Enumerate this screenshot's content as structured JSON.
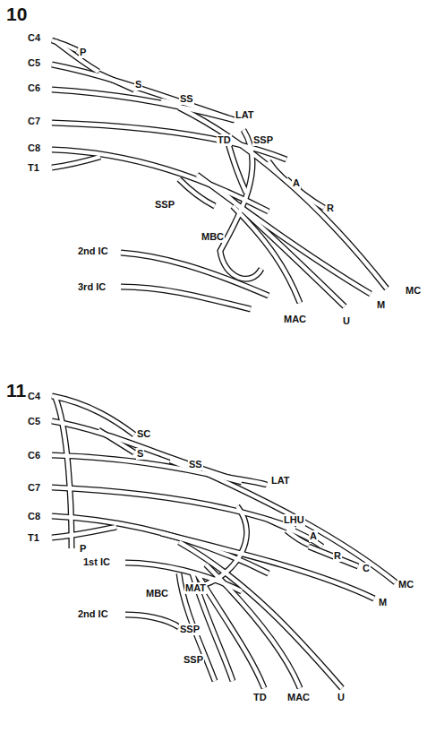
{
  "diagram": {
    "labels": [
      "10",
      "C4",
      "P",
      "C5",
      "S",
      "C6",
      "SS",
      "LAT",
      "C7",
      "TD",
      "SSP",
      "C8",
      "A",
      "R",
      "T1",
      "SSP",
      "MBC",
      "2nd IC",
      "3rd IC",
      "MAC",
      "U",
      "M",
      "MC",
      "11",
      "C4",
      "SC",
      "C5",
      "S",
      "C6",
      "SS",
      "LAT",
      "C7",
      "LHU",
      "C8",
      "A",
      "R",
      "T1",
      "P",
      "1st IC",
      "C",
      "MBC",
      "MAT",
      "2nd IC",
      "SSP",
      "SSP",
      "MC",
      "M",
      "TD",
      "MAC",
      "U"
    ]
  }
}
